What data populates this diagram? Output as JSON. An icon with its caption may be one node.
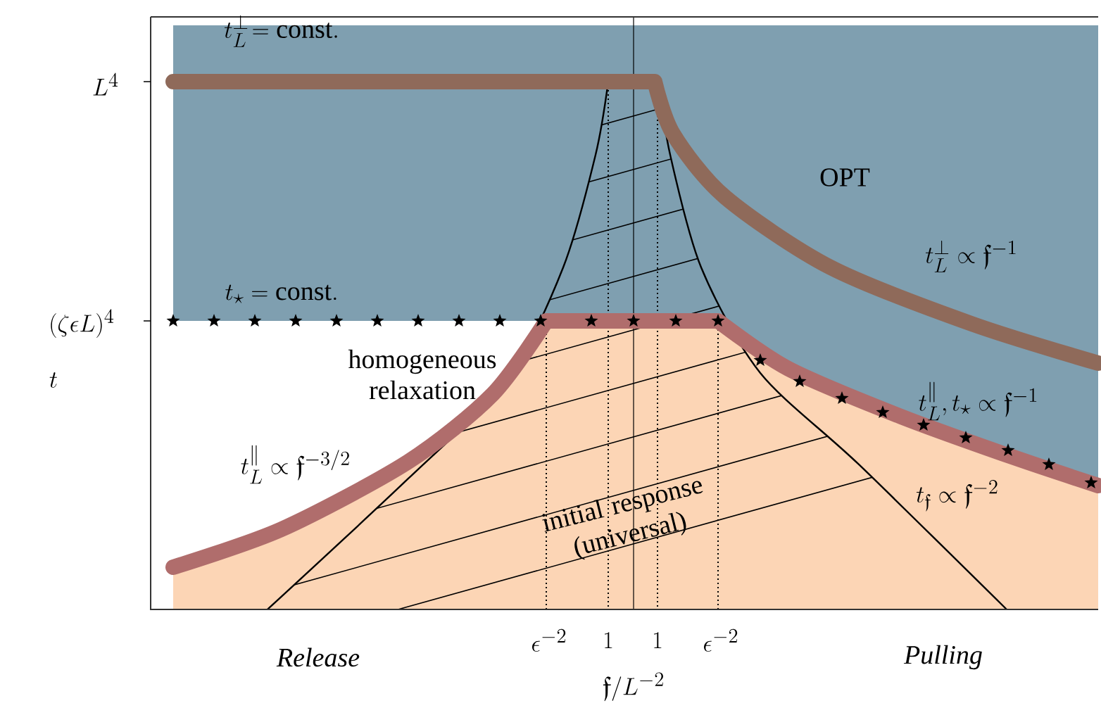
{
  "diagram": {
    "labels": [
      "t_L^{\\perp}\\!=\\mathrm{const.}",
      "L^4",
      "OPT",
      "t_L^{\\perp} \\propto \\mathfrak{f}^{-1}",
      "t_\\star =\\mathrm{const.}",
      "(\\zeta\\epsilon L)^4",
      "homogeneous relaxation",
      "t",
      "t_L^{\\parallel}, t_\\star \\propto \\mathfrak{f}^{-1}",
      "t_L^{\\parallel} \\propto \\mathfrak{f}^{-3/2}",
      "initial response (universal)",
      "t_\\mathfrak{f} \\propto \\mathfrak{f}^{-2}",
      "\\epsilon^{-2}",
      "1",
      "1",
      "\\epsilon^{-2}",
      "Release",
      "Pulling",
      "\\mathfrak{f}/L^{-2}"
    ]
  }
}
